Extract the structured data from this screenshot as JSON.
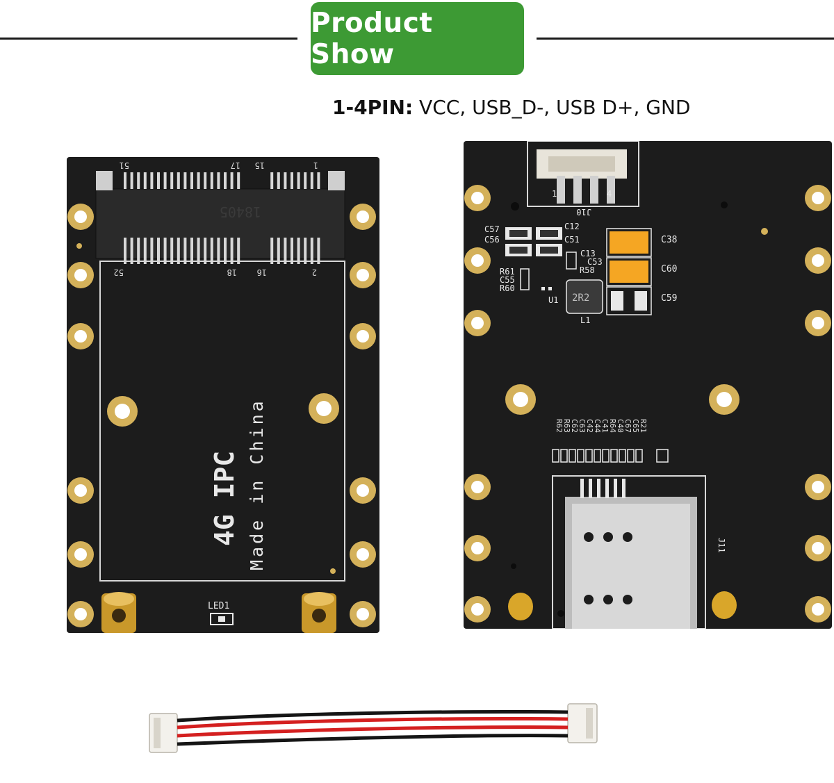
{
  "header": {
    "title": "Product Show",
    "pin_label": "1-4PIN:",
    "pin_desc": " VCC, USB_D-, USB D+, GND"
  },
  "front_board": {
    "pins_top": [
      "51",
      "17",
      "15",
      "1"
    ],
    "pins_bottom": [
      "52",
      "18",
      "16",
      "2"
    ],
    "slot_code": "18405",
    "brand": "4G IPC",
    "origin": "Made in China",
    "led_label": "LED1"
  },
  "back_board": {
    "connector_label": "J10",
    "connector_pin_first": "1",
    "connector_pin_last": "4",
    "labels_left": [
      "C57",
      "C56",
      "R61",
      "C55",
      "R60"
    ],
    "labels_mid": [
      "C12",
      "C51",
      "C13",
      "C53",
      "R58",
      "U1",
      "L1"
    ],
    "labels_right": [
      "C38",
      "C60",
      "C59"
    ],
    "inductor_mark": "2R2",
    "labels_rotated": [
      "R62",
      "R63",
      "C62",
      "C63",
      "C42",
      "C44",
      "C41",
      "R64",
      "C40",
      "C67",
      "C65",
      "R21"
    ],
    "sim_label": "J11"
  },
  "colors": {
    "accent_green": "#3d9a34",
    "pcb_black": "#1c1c1c",
    "gold": "#d4b15a",
    "wire_red": "#d42020",
    "wire_black": "#151515"
  }
}
